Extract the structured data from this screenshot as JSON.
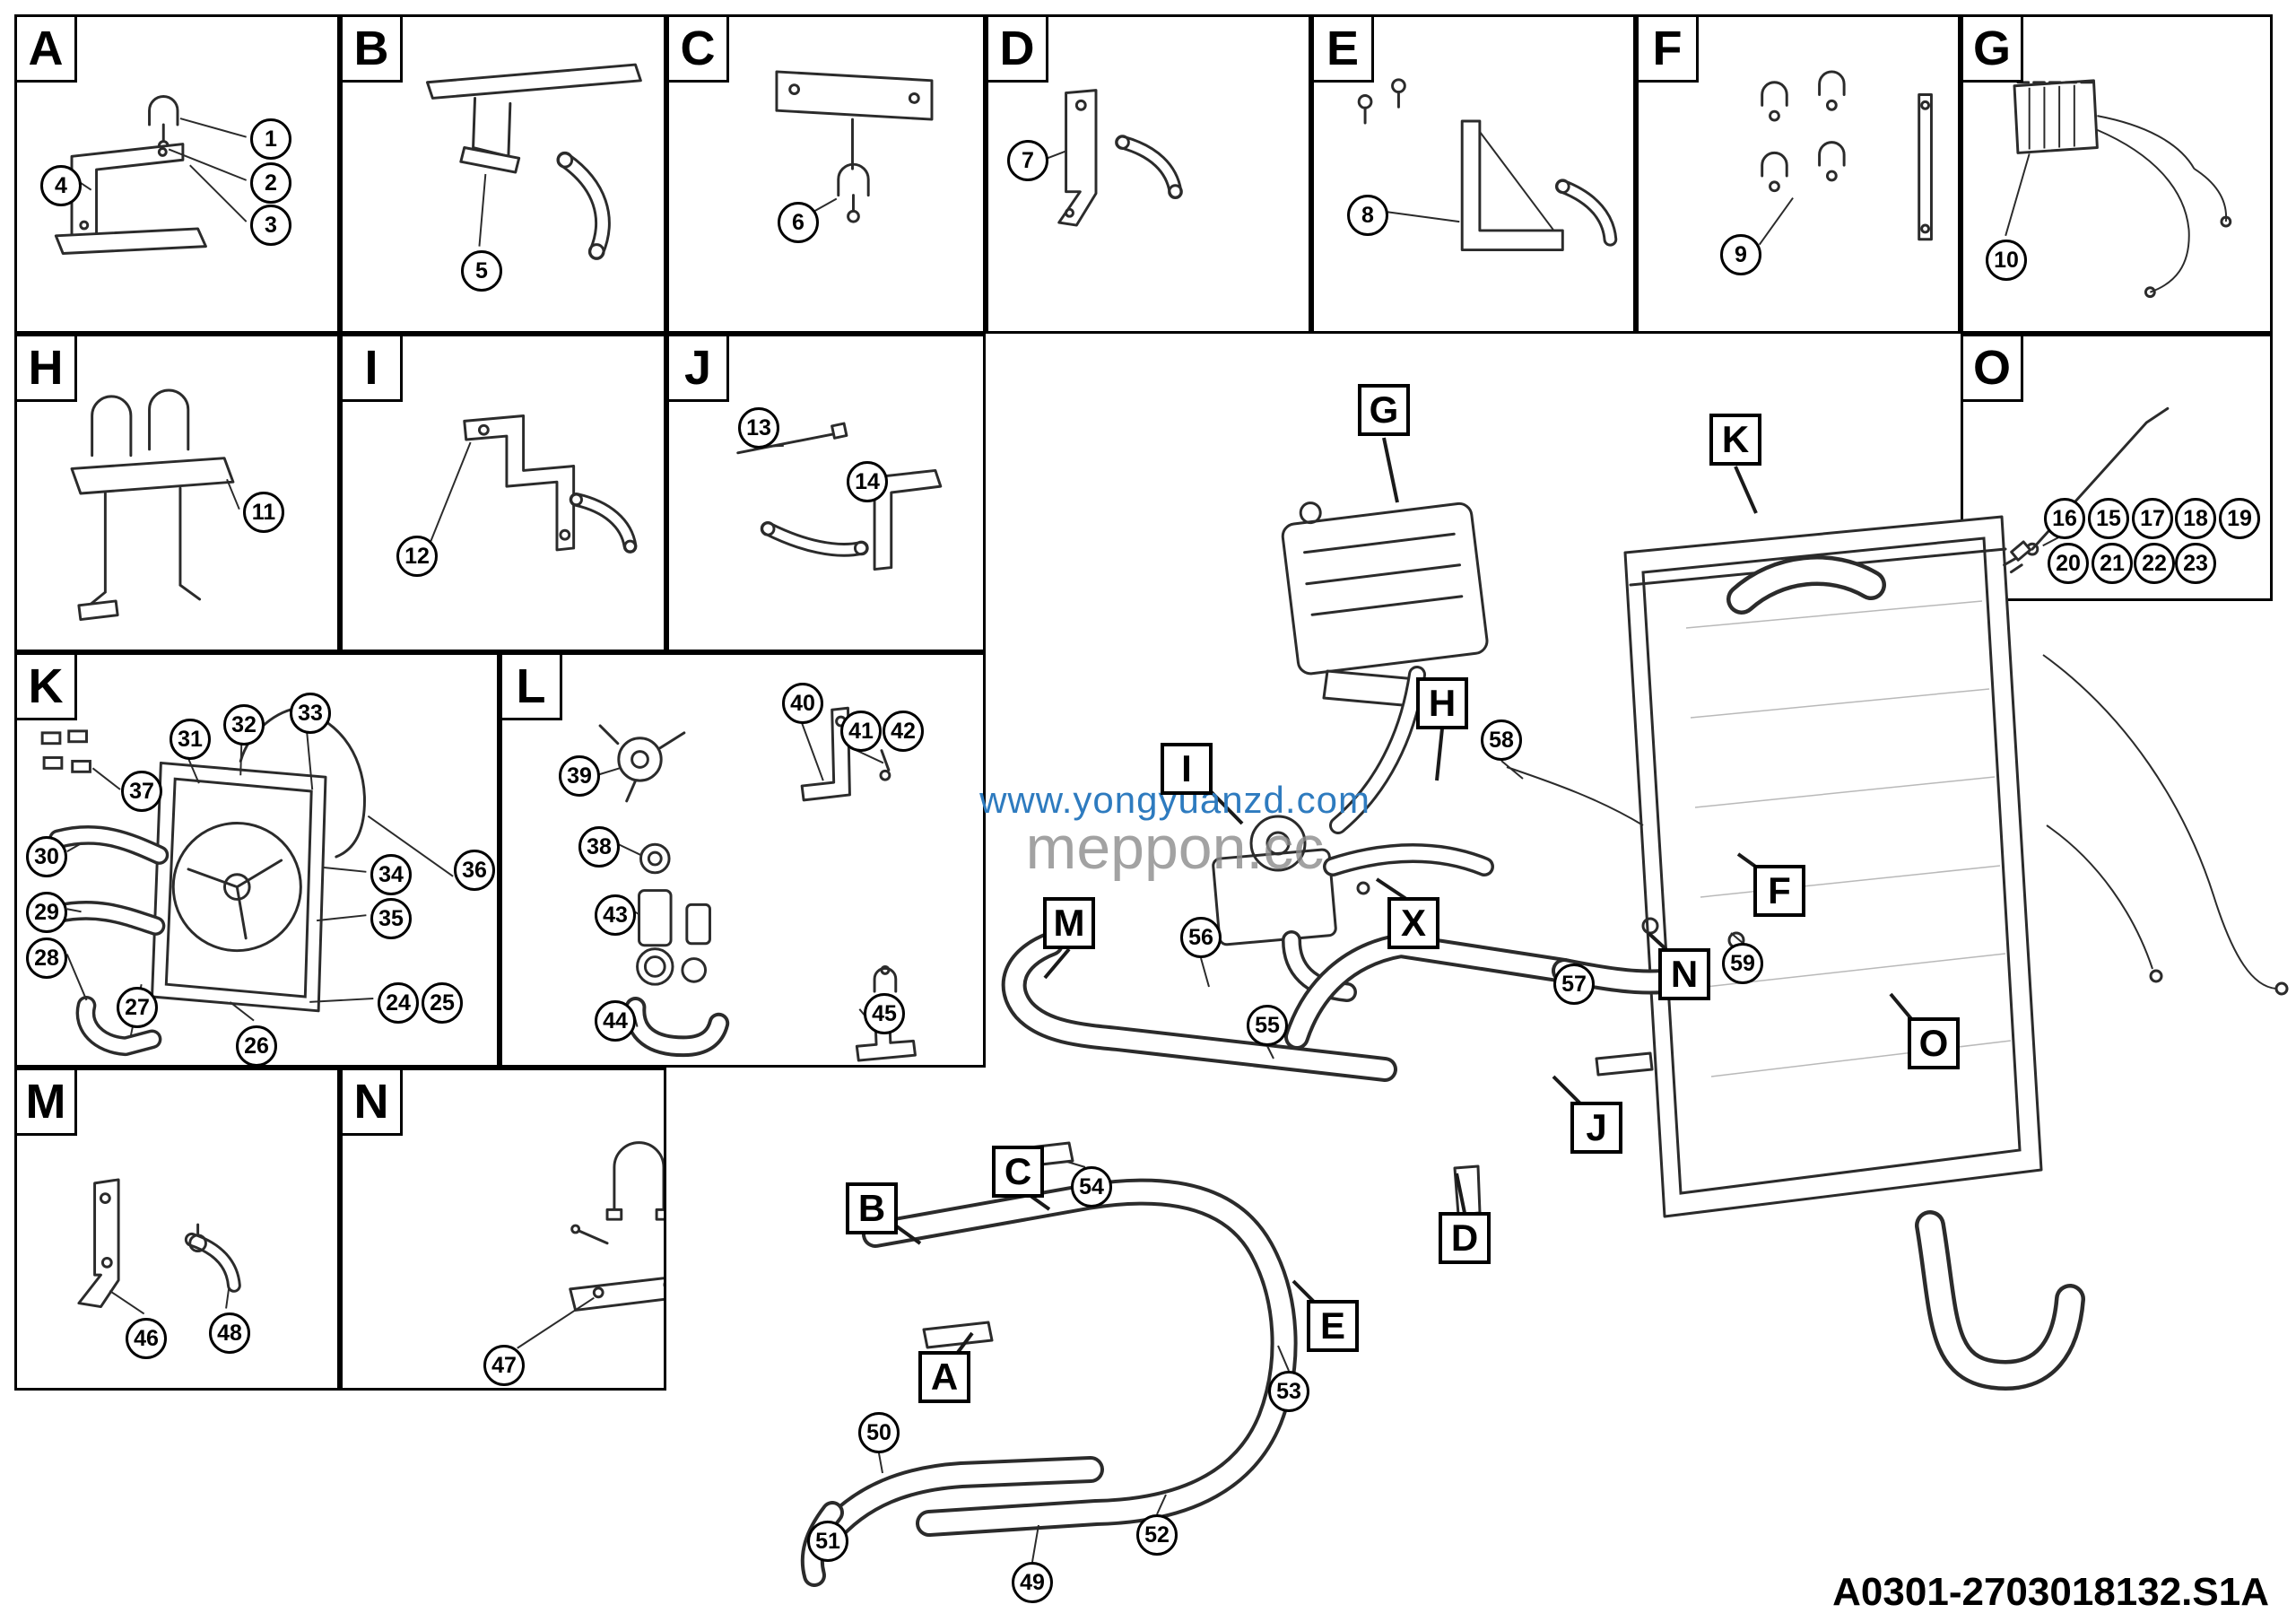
{
  "doc": {
    "part_code": "A0301-2703018132.S1A",
    "watermark_line1": "www.yongyuanzd.com",
    "watermark_line2": "meppon.cc"
  },
  "panels": {
    "A": {
      "letter": "A",
      "callouts": [
        "1",
        "2",
        "3",
        "4"
      ]
    },
    "B": {
      "letter": "B",
      "callouts": [
        "5"
      ]
    },
    "C": {
      "letter": "C",
      "callouts": [
        "6"
      ]
    },
    "D": {
      "letter": "D",
      "callouts": [
        "7"
      ]
    },
    "E": {
      "letter": "E",
      "callouts": [
        "8"
      ]
    },
    "F": {
      "letter": "F",
      "callouts": [
        "9"
      ]
    },
    "G": {
      "letter": "G",
      "callouts": [
        "10"
      ]
    },
    "H": {
      "letter": "H",
      "callouts": [
        "11"
      ]
    },
    "I": {
      "letter": "I",
      "callouts": [
        "12"
      ]
    },
    "J": {
      "letter": "J",
      "callouts": [
        "13",
        "14"
      ]
    },
    "O": {
      "letter": "O",
      "callouts": [
        "16",
        "15",
        "17",
        "18",
        "19",
        "20",
        "21",
        "22",
        "23"
      ]
    },
    "K": {
      "letter": "K",
      "callouts": [
        "31",
        "32",
        "33",
        "37",
        "30",
        "29",
        "28",
        "27",
        "26",
        "34",
        "35",
        "36",
        "24",
        "25"
      ]
    },
    "L": {
      "letter": "L",
      "callouts": [
        "39",
        "40",
        "41",
        "42",
        "38",
        "43",
        "44",
        "45"
      ]
    },
    "M": {
      "letter": "M",
      "callouts": [
        "46",
        "48"
      ]
    },
    "N": {
      "letter": "N",
      "callouts": [
        "47"
      ]
    }
  },
  "main": {
    "labels": [
      "G",
      "K",
      "H",
      "I",
      "X",
      "M",
      "N",
      "F",
      "O",
      "J",
      "D",
      "C",
      "B",
      "E",
      "A"
    ],
    "callouts": [
      "58",
      "56",
      "55",
      "57",
      "59",
      "54",
      "53",
      "50",
      "51",
      "52",
      "49"
    ]
  }
}
